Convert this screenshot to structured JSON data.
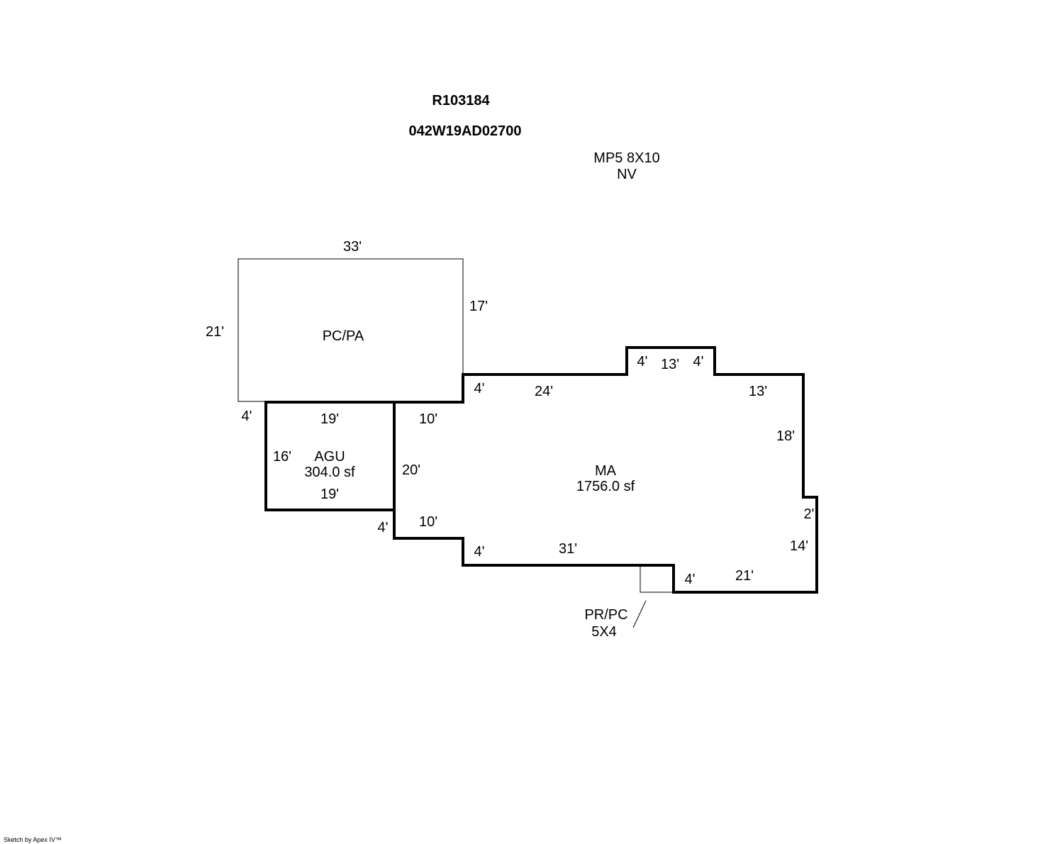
{
  "header": {
    "parcel_id": "R103184",
    "map_number": "042W19AD02700",
    "note_line1": "MP5 8X10",
    "note_line2": "NV"
  },
  "areas": {
    "pc_pa": {
      "label": "PC/PA"
    },
    "agu": {
      "label": "AGU",
      "area": "304.0 sf"
    },
    "ma": {
      "label": "MA",
      "area": "1756.0 sf"
    },
    "pr_pc": {
      "label": "PR/PC",
      "size": "5X4"
    }
  },
  "dimensions": {
    "pc_top": "33'",
    "pc_left": "21'",
    "pc_right": "17'",
    "pc_bottom_left": "4'",
    "agu_top": "19'",
    "agu_left": "16'",
    "agu_bottom": "19'",
    "ma_step_top": "4'",
    "ma_top_1": "24'",
    "ma_bump_left": "4'",
    "ma_bump_top": "13'",
    "ma_bump_right": "4'",
    "ma_top_right": "13'",
    "ma_right_upper": "18'",
    "ma_right_step": "2'",
    "ma_right_lower": "14'",
    "ma_bottom_right": "21'",
    "ma_bottom_step": "4'",
    "ma_bottom_mid": "31'",
    "ma_bottom_left_step": "4'",
    "ma_left_lower_10": "10'",
    "ma_left_20": "20'",
    "ma_left_upper_10": "10'",
    "ma_left_step": "4'"
  },
  "footer": {
    "credit": "Sketch by Apex IV™"
  }
}
